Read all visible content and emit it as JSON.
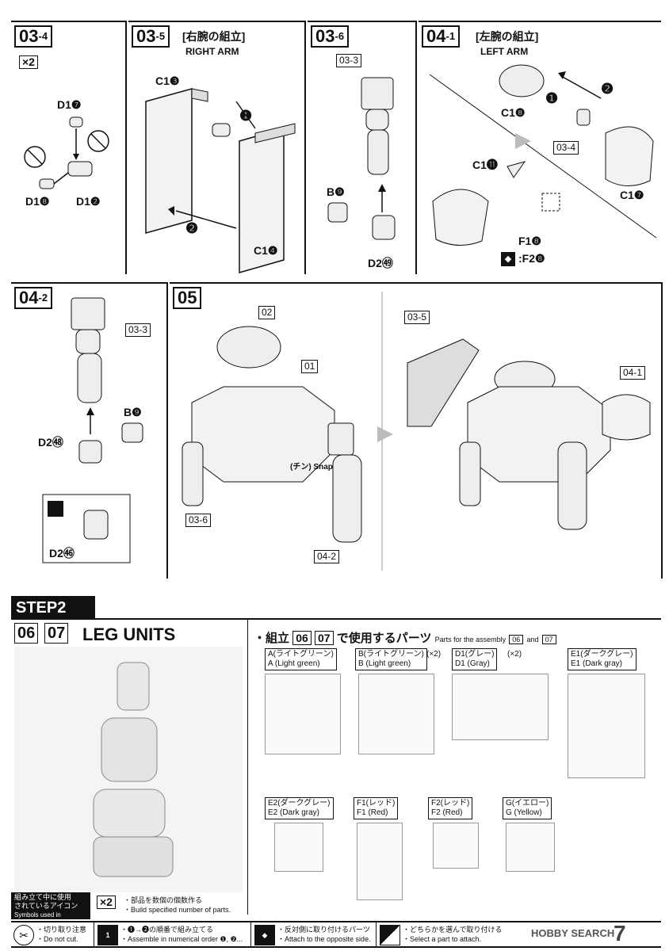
{
  "steps": {
    "s03_4": {
      "num": "03",
      "sub": "-4",
      "mult": "×2",
      "labels": [
        "D1❼",
        "D1❽",
        "D1❷"
      ]
    },
    "s03_5": {
      "num": "03",
      "sub": "-5",
      "jp_title": "[右腕の組立]",
      "en_title": "RIGHT ARM",
      "labels": [
        "C1❸",
        "C1❹"
      ],
      "arrows": [
        "❶",
        "❷"
      ]
    },
    "s03_6": {
      "num": "03",
      "sub": "-6",
      "tag": "03-3",
      "labels": [
        "B❾",
        "D2㊾"
      ]
    },
    "s04_1": {
      "num": "04",
      "sub": "-1",
      "jp_title": "[左腕の組立]",
      "en_title": "LEFT ARM",
      "tag": "03-4",
      "labels": [
        "C1❽",
        "C1⓫",
        "C1❼",
        "F1❽",
        ":F2❽"
      ],
      "arrows": [
        "❶",
        "❷"
      ]
    },
    "s04_2": {
      "num": "04",
      "sub": "-2",
      "tag": "03-3",
      "labels": [
        "B❾",
        "D2㊽",
        "D2㊻"
      ]
    },
    "s05": {
      "num": "05",
      "tags": [
        "02",
        "01",
        "03-6",
        "04-2",
        "03-5",
        "04-1"
      ],
      "snap": "(チン) Snap"
    }
  },
  "step2": {
    "banner": "STEP2",
    "boxes": [
      "06",
      "07"
    ],
    "title": "LEG UNITS",
    "parts_header": "・組立",
    "parts_header_mid": "で使用するパーツ",
    "parts_header_en": "Parts for the assembly",
    "parts_and": "and",
    "runners": [
      {
        "jp": "A(ライトグリーン)",
        "en": "A (Light green)",
        "qty": ""
      },
      {
        "jp": "B(ライトグリーン)",
        "en": "B (Light green)",
        "qty": "(×2)"
      },
      {
        "jp": "D1(グレー)",
        "en": "D1 (Gray)",
        "qty": "(×2)"
      },
      {
        "jp": "E1(ダークグレー)",
        "en": "E1 (Dark gray)",
        "qty": ""
      },
      {
        "jp": "E2(ダークグレー)",
        "en": "E2 (Dark gray)",
        "qty": ""
      },
      {
        "jp": "F1(レッド)",
        "en": "F1 (Red)",
        "qty": ""
      },
      {
        "jp": "F2(レッド)",
        "en": "F2 (Red)",
        "qty": ""
      },
      {
        "jp": "G(イエロー)",
        "en": "G (Yellow)",
        "qty": ""
      }
    ]
  },
  "legend": {
    "title_jp1": "組み立て中に使用",
    "title_jp2": "されているアイコン",
    "title_en": "Symbols used in instructions",
    "mult_icon": "×2",
    "mult_jp": "・部品を数個の個数作る",
    "mult_en": "・Build specified number of parts.",
    "items": [
      {
        "icon": "scissors-icon",
        "jp": "・切り取り注意",
        "en": "・Do not cut."
      },
      {
        "icon": "numbered-order-icon",
        "jp": "・❶→❷の順番で組み立てる",
        "en": "・Assemble in numerical order ❶, ❷..."
      },
      {
        "icon": "opposite-side-icon",
        "jp": "・反対側に取り付けるパーツ",
        "en": "・Attach to the opposite side."
      },
      {
        "icon": "select-part-icon",
        "jp": "・どちらかを選んで取り付ける",
        "en": "・Select a part to attach."
      }
    ]
  },
  "watermark": "HOBBY SEARCH",
  "page_number": "7"
}
